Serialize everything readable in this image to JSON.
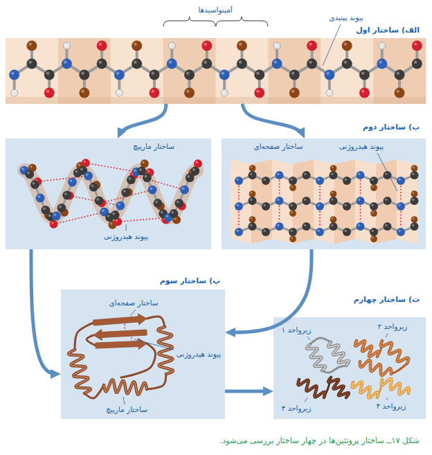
{
  "diagram": {
    "caption": "شکل ۱۷ــ ساختار پروتئین‌ها در چهار ساختار بررسی می‌شود.",
    "nodes": [
      {
        "text": [
          "الف) ساختار اول"
        ]
      },
      {
        "text": [
          "ساختار مارپیچ",
          "پیوند هیدروژنی"
        ]
      },
      {
        "text": [
          "ساختار صفحه‌ای",
          "پیوند هیدروژنی"
        ]
      },
      {
        "text": [
          "پ) ساختار سوم",
          "ساختار صفحه‌ای",
          "پیوند هیدروژنی",
          "ساختار مارپیچ"
        ]
      },
      {
        "text": [
          "ت) ساختار چهارم",
          "زیرواحد ۱",
          "زیرواحد ۲",
          "زیرواحد ۳",
          "زیرواحد ۴"
        ]
      }
    ],
    "edges": [
      {
        "from": 0,
        "to": 1,
        "arrow": "to"
      },
      {
        "from": 0,
        "to": 2,
        "arrow": "to"
      },
      {
        "from": 1,
        "to": 3,
        "arrow": "to"
      },
      {
        "from": 2,
        "to": 3,
        "arrow": "to"
      },
      {
        "from": 3,
        "to": 4,
        "arrow": "to"
      }
    ],
    "labels": [
      "آمینواسیدها",
      "پیوند پپتیدی",
      "ب) ساختار دوم"
    ]
  }
}
